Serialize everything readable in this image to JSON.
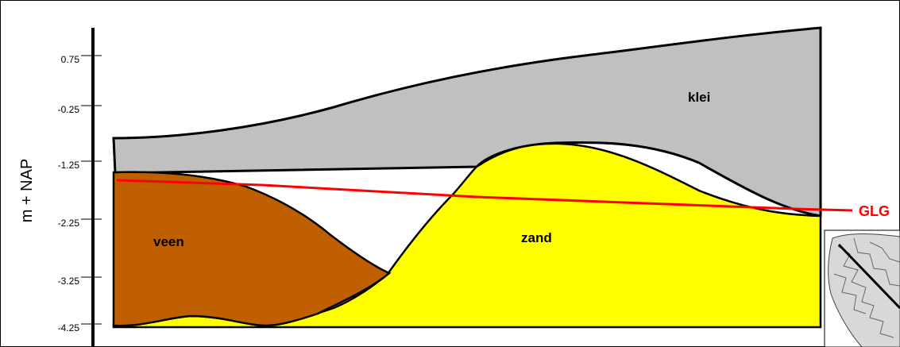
{
  "axis": {
    "ylabel": "m + NAP",
    "ticks": [
      "0.75",
      "-0.25",
      "-1.25",
      "-2.25",
      "-3.25",
      "-4.25"
    ]
  },
  "layers": {
    "clay": "klei",
    "peat": "veen",
    "sand": "zand"
  },
  "groundwater_label": "GLG",
  "colors": {
    "clay": "#c0c0c0",
    "peat": "#bf5f00",
    "sand": "#ffff00",
    "groundwater": "#ff0000",
    "outline": "#000000"
  },
  "inset_map": {
    "icon": "location-map-icon"
  }
}
